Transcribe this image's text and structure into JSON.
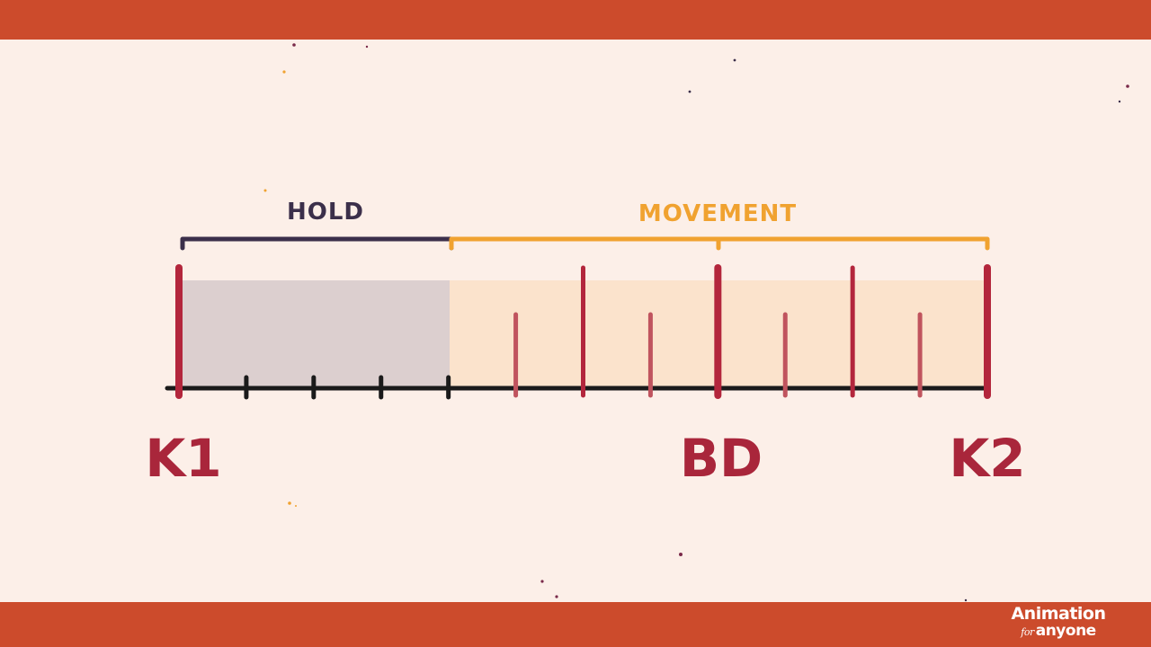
{
  "colors": {
    "background": "#fcefe8",
    "band": "#cc4b2c",
    "hold_bracket": "#3b2f4a",
    "movement_bracket": "#f0a230",
    "hold_fill": "#dccfcf",
    "movement_fill": "#fbe3cc",
    "key_line": "#b3263c",
    "inbetween_line": "#c0545e",
    "baseline": "#1a1a1a",
    "label_text": "#a9263b",
    "logo_text": "#ffffff"
  },
  "diagram": {
    "hold_label": "HOLD",
    "movement_label": "MOVEMENT",
    "key_labels": [
      "K1",
      "BD",
      "K2"
    ],
    "frames_total": 12,
    "hold_frames": 4,
    "breakdown_frame": 8
  },
  "brand": {
    "line1": "Animation",
    "for_word": "for",
    "line2": "anyone"
  }
}
